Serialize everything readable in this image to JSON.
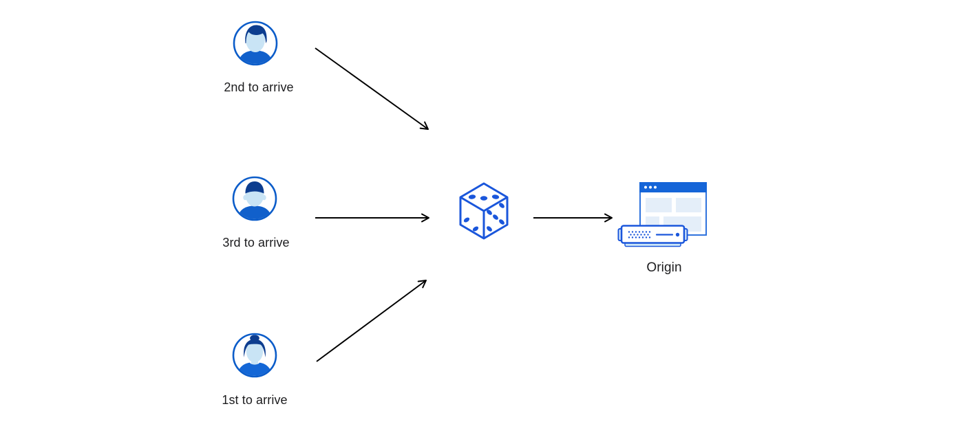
{
  "diagram": {
    "kind": "request-flow-illustration",
    "nodes": {
      "visitor_second": {
        "label": "2nd to arrive",
        "icon": "man-avatar-icon"
      },
      "visitor_third": {
        "label": "3rd to arrive",
        "icon": "man-avatar-icon"
      },
      "visitor_first": {
        "label": "1st to arrive",
        "icon": "woman-avatar-icon"
      },
      "randomizer": {
        "icon": "dice-icon"
      },
      "origin": {
        "label": "Origin",
        "icon": "origin-server-icon"
      }
    },
    "edges": [
      {
        "from": "visitor_second",
        "to": "randomizer"
      },
      {
        "from": "visitor_third",
        "to": "randomizer"
      },
      {
        "from": "visitor_first",
        "to": "randomizer"
      },
      {
        "from": "randomizer",
        "to": "origin"
      }
    ],
    "colors": {
      "background": "#ffffff",
      "avatar_ring_blue": "#0b5cc9",
      "hair_navy": "#0d3d8f",
      "skin_light_blue": "#c9e4f5",
      "shirt_blue": "#1160cb",
      "dice_blue": "#1a56db",
      "titlebar_blue": "#1565d8",
      "panel_light_blue": "#e4eef9",
      "server_lip_blue": "#cfe8f7",
      "arrow_black": "#000000",
      "text": "#1c1c1e"
    }
  }
}
